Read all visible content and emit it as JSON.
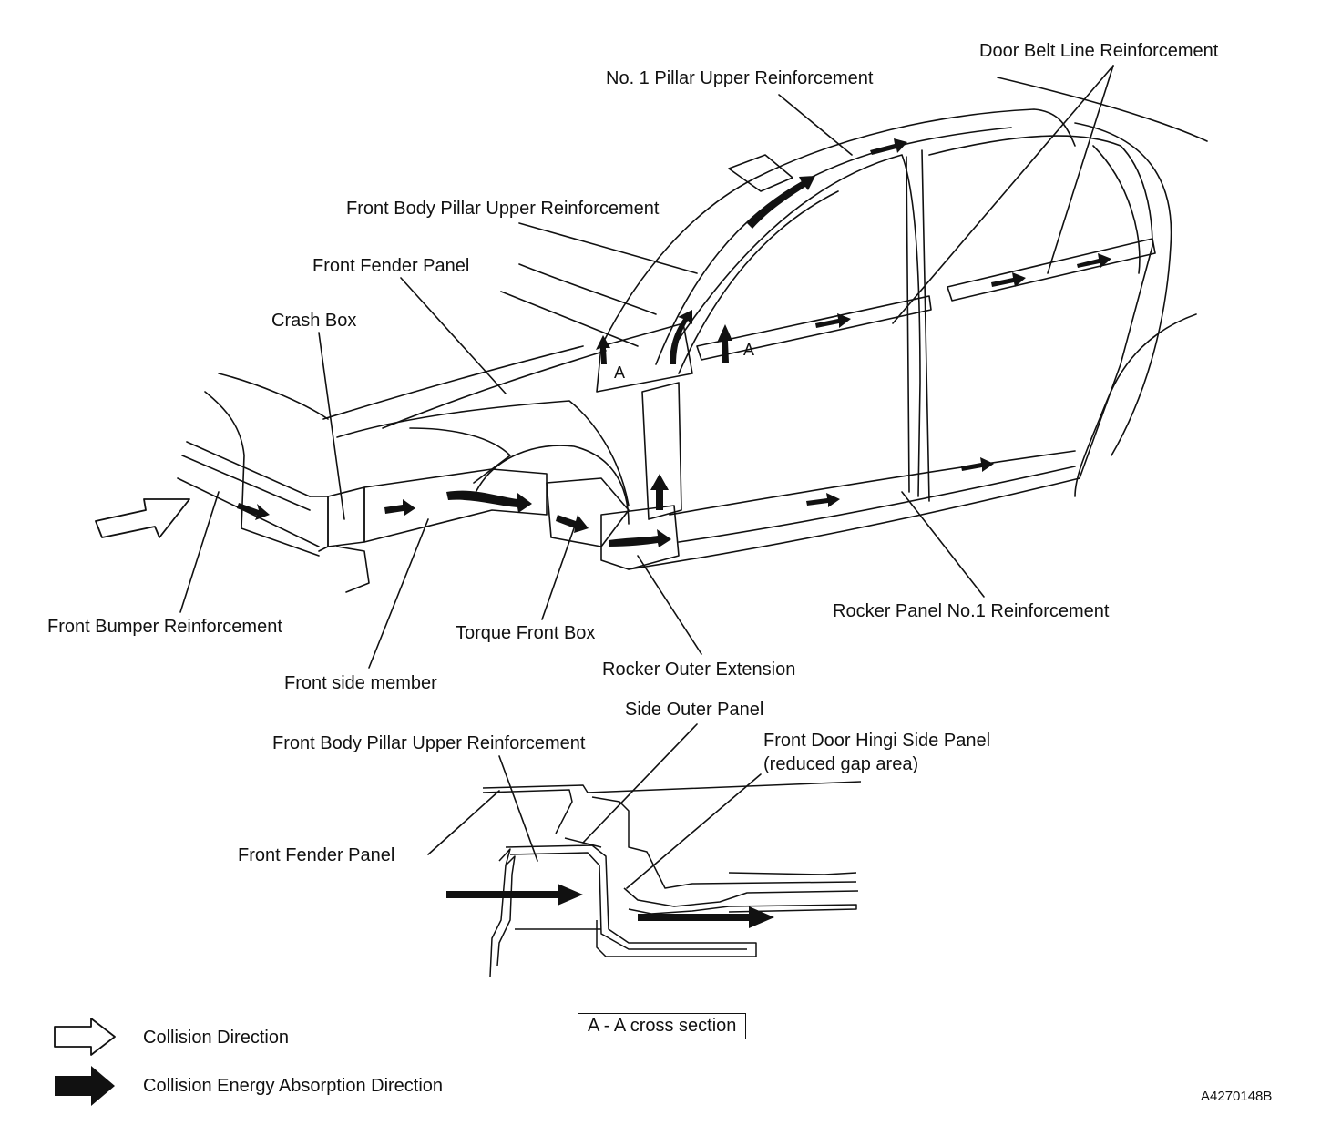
{
  "diagram": {
    "labels": {
      "door_belt_line": "Door Belt Line Reinforcement",
      "no1_pillar_upper": "No. 1 Pillar Upper Reinforcement",
      "front_body_pillar_upper": "Front Body Pillar Upper Reinforcement",
      "front_fender_panel": "Front Fender Panel",
      "crash_box": "Crash Box",
      "front_bumper_reinforcement": "Front Bumper Reinforcement",
      "front_side_member": "Front side member",
      "torque_front_box": "Torque Front Box",
      "rocker_outer_extension": "Rocker Outer Extension",
      "rocker_panel_no1": "Rocker Panel No.1 Reinforcement",
      "section_marker_a": "A"
    },
    "cross_section": {
      "side_outer_panel": "Side Outer Panel",
      "front_body_pillar_upper": "Front Body Pillar Upper Reinforcement",
      "front_door_hinge_line1": "Front Door Hingi Side Panel",
      "front_door_hinge_line2": "(reduced gap area)",
      "front_fender_panel": "Front Fender Panel",
      "caption": "A - A cross section"
    },
    "legend": [
      {
        "icon": "outline-arrow-icon",
        "label": "Collision Direction"
      },
      {
        "icon": "solid-arrow-icon",
        "label": "Collision Energy Absorption Direction"
      }
    ],
    "figure_code": "A4270148B"
  }
}
